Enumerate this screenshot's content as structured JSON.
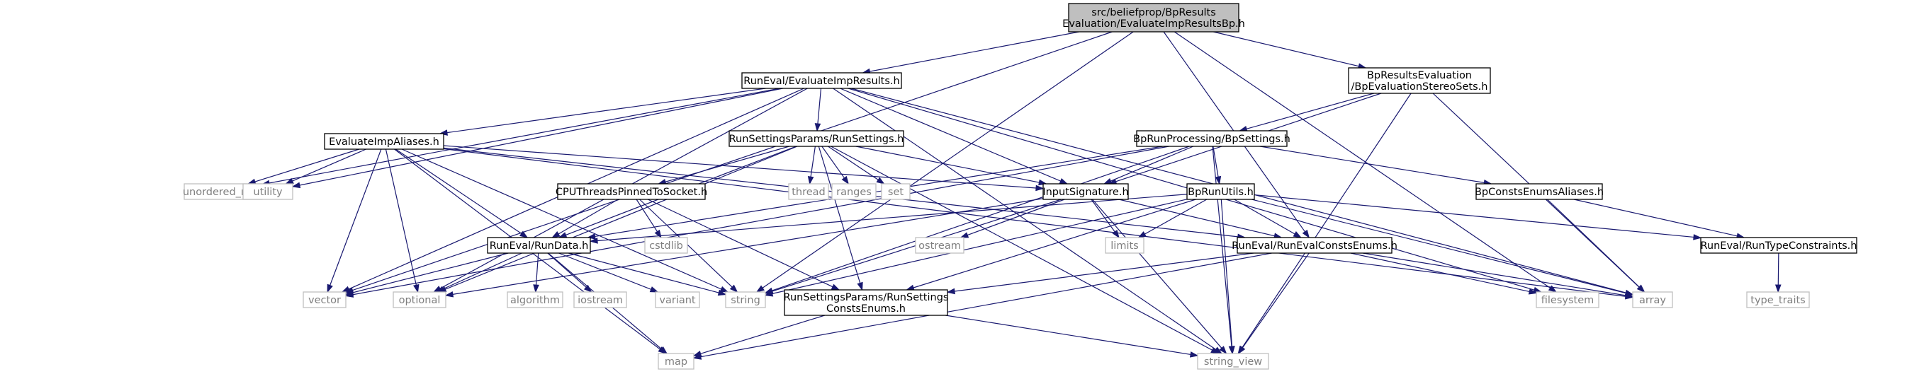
{
  "colors": {
    "root_fill": "#bfbfbf",
    "node_fill": "#ffffff",
    "node_border": "#000000",
    "system_border": "#bfbfbf",
    "system_text": "#7f7f7f",
    "edge": "#191970",
    "text": "#000000"
  },
  "nodes": [
    {
      "id": "root",
      "kind": "root",
      "lines": [
        "src/beliefprop/BpResults",
        "Evaluation/EvaluateImpResultsBp.h"
      ]
    },
    {
      "id": "evalimp",
      "kind": "header",
      "lines": [
        "RunEval/EvaluateImpResults.h"
      ]
    },
    {
      "id": "stereosets",
      "kind": "header",
      "lines": [
        "BpResultsEvaluation",
        "/BpEvaluationStereoSets.h"
      ]
    },
    {
      "id": "aliases",
      "kind": "header",
      "lines": [
        "EvaluateImpAliases.h"
      ]
    },
    {
      "id": "runsettings",
      "kind": "header",
      "lines": [
        "RunSettingsParams/RunSettings.h"
      ]
    },
    {
      "id": "bpsettings",
      "kind": "header",
      "lines": [
        "BpRunProcessing/BpSettings.h"
      ]
    },
    {
      "id": "cputhreads",
      "kind": "header",
      "lines": [
        "CPUThreadsPinnedToSocket.h"
      ]
    },
    {
      "id": "inputsig",
      "kind": "header",
      "lines": [
        "InputSignature.h"
      ]
    },
    {
      "id": "bprunutils",
      "kind": "header",
      "lines": [
        "BpRunUtils.h"
      ]
    },
    {
      "id": "bpconstsaliases",
      "kind": "header",
      "lines": [
        "BpConstsEnumsAliases.h"
      ]
    },
    {
      "id": "rundata",
      "kind": "header",
      "lines": [
        "RunEval/RunData.h"
      ]
    },
    {
      "id": "runevalconsts",
      "kind": "header",
      "lines": [
        "RunEval/RunEvalConstsEnums.h"
      ]
    },
    {
      "id": "runtypeconstraints",
      "kind": "header",
      "lines": [
        "RunEval/RunTypeConstraints.h"
      ]
    },
    {
      "id": "rsconsts",
      "kind": "header",
      "lines": [
        "RunSettingsParams/RunSettings",
        "ConstsEnums.h"
      ]
    },
    {
      "id": "unordered_map",
      "kind": "system",
      "lines": [
        "unordered_map"
      ]
    },
    {
      "id": "utility",
      "kind": "system",
      "lines": [
        "utility"
      ]
    },
    {
      "id": "thread",
      "kind": "system",
      "lines": [
        "thread"
      ]
    },
    {
      "id": "ranges",
      "kind": "system",
      "lines": [
        "ranges"
      ]
    },
    {
      "id": "set",
      "kind": "system",
      "lines": [
        "set"
      ]
    },
    {
      "id": "cstdlib",
      "kind": "system",
      "lines": [
        "cstdlib"
      ]
    },
    {
      "id": "ostream",
      "kind": "system",
      "lines": [
        "ostream"
      ]
    },
    {
      "id": "limits",
      "kind": "system",
      "lines": [
        "limits"
      ]
    },
    {
      "id": "vector",
      "kind": "system",
      "lines": [
        "vector"
      ]
    },
    {
      "id": "optional",
      "kind": "system",
      "lines": [
        "optional"
      ]
    },
    {
      "id": "algorithm",
      "kind": "system",
      "lines": [
        "algorithm"
      ]
    },
    {
      "id": "iostream",
      "kind": "system",
      "lines": [
        "iostream"
      ]
    },
    {
      "id": "variant",
      "kind": "system",
      "lines": [
        "variant"
      ]
    },
    {
      "id": "string",
      "kind": "system",
      "lines": [
        "string"
      ]
    },
    {
      "id": "filesystem",
      "kind": "system",
      "lines": [
        "filesystem"
      ]
    },
    {
      "id": "array",
      "kind": "system",
      "lines": [
        "array"
      ]
    },
    {
      "id": "type_traits",
      "kind": "system",
      "lines": [
        "type_traits"
      ]
    },
    {
      "id": "map",
      "kind": "system",
      "lines": [
        "map"
      ]
    },
    {
      "id": "string_view",
      "kind": "system",
      "lines": [
        "string_view"
      ]
    }
  ],
  "edges": [
    [
      "root",
      "evalimp"
    ],
    [
      "root",
      "stereosets"
    ],
    [
      "root",
      "vector"
    ],
    [
      "root",
      "string"
    ],
    [
      "root",
      "runevalconsts"
    ],
    [
      "root",
      "filesystem"
    ],
    [
      "evalimp",
      "aliases"
    ],
    [
      "evalimp",
      "runsettings"
    ],
    [
      "evalimp",
      "inputsig"
    ],
    [
      "evalimp",
      "unordered_map"
    ],
    [
      "evalimp",
      "utility"
    ],
    [
      "evalimp",
      "vector"
    ],
    [
      "evalimp",
      "optional"
    ],
    [
      "evalimp",
      "filesystem"
    ],
    [
      "evalimp",
      "array"
    ],
    [
      "evalimp",
      "string_view"
    ],
    [
      "stereosets",
      "bpsettings"
    ],
    [
      "stereosets",
      "inputsig"
    ],
    [
      "stereosets",
      "array"
    ],
    [
      "stereosets",
      "string_view"
    ],
    [
      "aliases",
      "rundata"
    ],
    [
      "aliases",
      "inputsig"
    ],
    [
      "aliases",
      "runevalconsts"
    ],
    [
      "aliases",
      "unordered_map"
    ],
    [
      "aliases",
      "utility"
    ],
    [
      "aliases",
      "vector"
    ],
    [
      "aliases",
      "optional"
    ],
    [
      "aliases",
      "map"
    ],
    [
      "aliases",
      "string"
    ],
    [
      "aliases",
      "array"
    ],
    [
      "runsettings",
      "cputhreads"
    ],
    [
      "runsettings",
      "rundata"
    ],
    [
      "runsettings",
      "inputsig"
    ],
    [
      "runsettings",
      "rsconsts"
    ],
    [
      "runsettings",
      "thread"
    ],
    [
      "runsettings",
      "ranges"
    ],
    [
      "runsettings",
      "set"
    ],
    [
      "runsettings",
      "optional"
    ],
    [
      "runsettings",
      "string_view"
    ],
    [
      "bpsettings",
      "bprunutils"
    ],
    [
      "bpsettings",
      "bpconstsaliases"
    ],
    [
      "bpsettings",
      "inputsig"
    ],
    [
      "bpsettings",
      "rundata"
    ],
    [
      "bpsettings",
      "vector"
    ],
    [
      "bpsettings",
      "string"
    ],
    [
      "bpsettings",
      "string_view"
    ],
    [
      "cputhreads",
      "rundata"
    ],
    [
      "cputhreads",
      "cstdlib"
    ],
    [
      "cputhreads",
      "string"
    ],
    [
      "cputhreads",
      "rsconsts"
    ],
    [
      "inputsig",
      "runevalconsts"
    ],
    [
      "inputsig",
      "ostream"
    ],
    [
      "inputsig",
      "limits"
    ],
    [
      "inputsig",
      "string"
    ],
    [
      "inputsig",
      "string_view"
    ],
    [
      "inputsig",
      "optional"
    ],
    [
      "bprunutils",
      "rundata"
    ],
    [
      "bprunutils",
      "runevalconsts"
    ],
    [
      "bprunutils",
      "runtypeconstraints"
    ],
    [
      "bprunutils",
      "rsconsts"
    ],
    [
      "bprunutils",
      "limits"
    ],
    [
      "bprunutils",
      "string"
    ],
    [
      "bprunutils",
      "string_view"
    ],
    [
      "bprunutils",
      "array"
    ],
    [
      "bpconstsaliases",
      "runtypeconstraints"
    ],
    [
      "bpconstsaliases",
      "array"
    ],
    [
      "rundata",
      "vector"
    ],
    [
      "rundata",
      "optional"
    ],
    [
      "rundata",
      "algorithm"
    ],
    [
      "rundata",
      "iostream"
    ],
    [
      "rundata",
      "variant"
    ],
    [
      "rundata",
      "string"
    ],
    [
      "rundata",
      "map"
    ],
    [
      "runevalconsts",
      "rsconsts"
    ],
    [
      "runevalconsts",
      "filesystem"
    ],
    [
      "runevalconsts",
      "array"
    ],
    [
      "runevalconsts",
      "string_view"
    ],
    [
      "runevalconsts",
      "map"
    ],
    [
      "runtypeconstraints",
      "type_traits"
    ],
    [
      "rsconsts",
      "map"
    ],
    [
      "rsconsts",
      "string_view"
    ]
  ]
}
